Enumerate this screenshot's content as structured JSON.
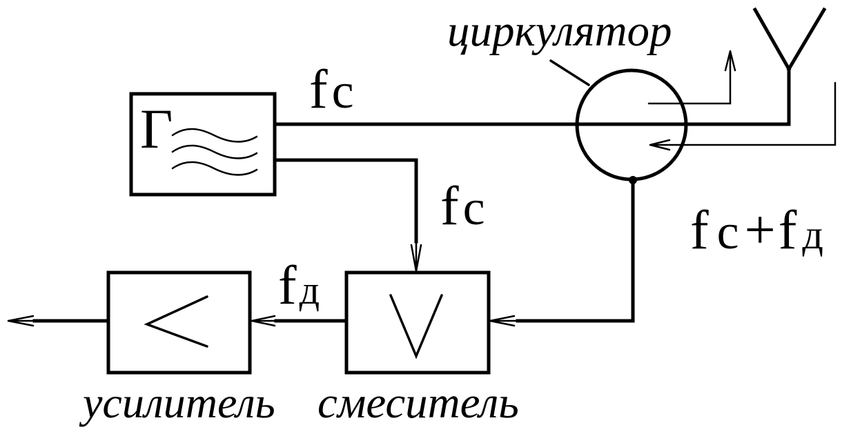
{
  "diagram": {
    "generator": {
      "symbol": "Г"
    },
    "circulator": {
      "label": "циркулятор"
    },
    "amplifier": {
      "label": "усилитель"
    },
    "mixer": {
      "label": "смеситель"
    },
    "signal_tx": {
      "f": "f",
      "sub": "c"
    },
    "signal_lo": {
      "f": "f",
      "sub": "c"
    },
    "signal_if": {
      "f": "f",
      "sub": "д"
    },
    "signal_rx": {
      "f1": "f",
      "sub1": "c",
      "op": "+",
      "f2": "f",
      "sub2": "д"
    }
  }
}
